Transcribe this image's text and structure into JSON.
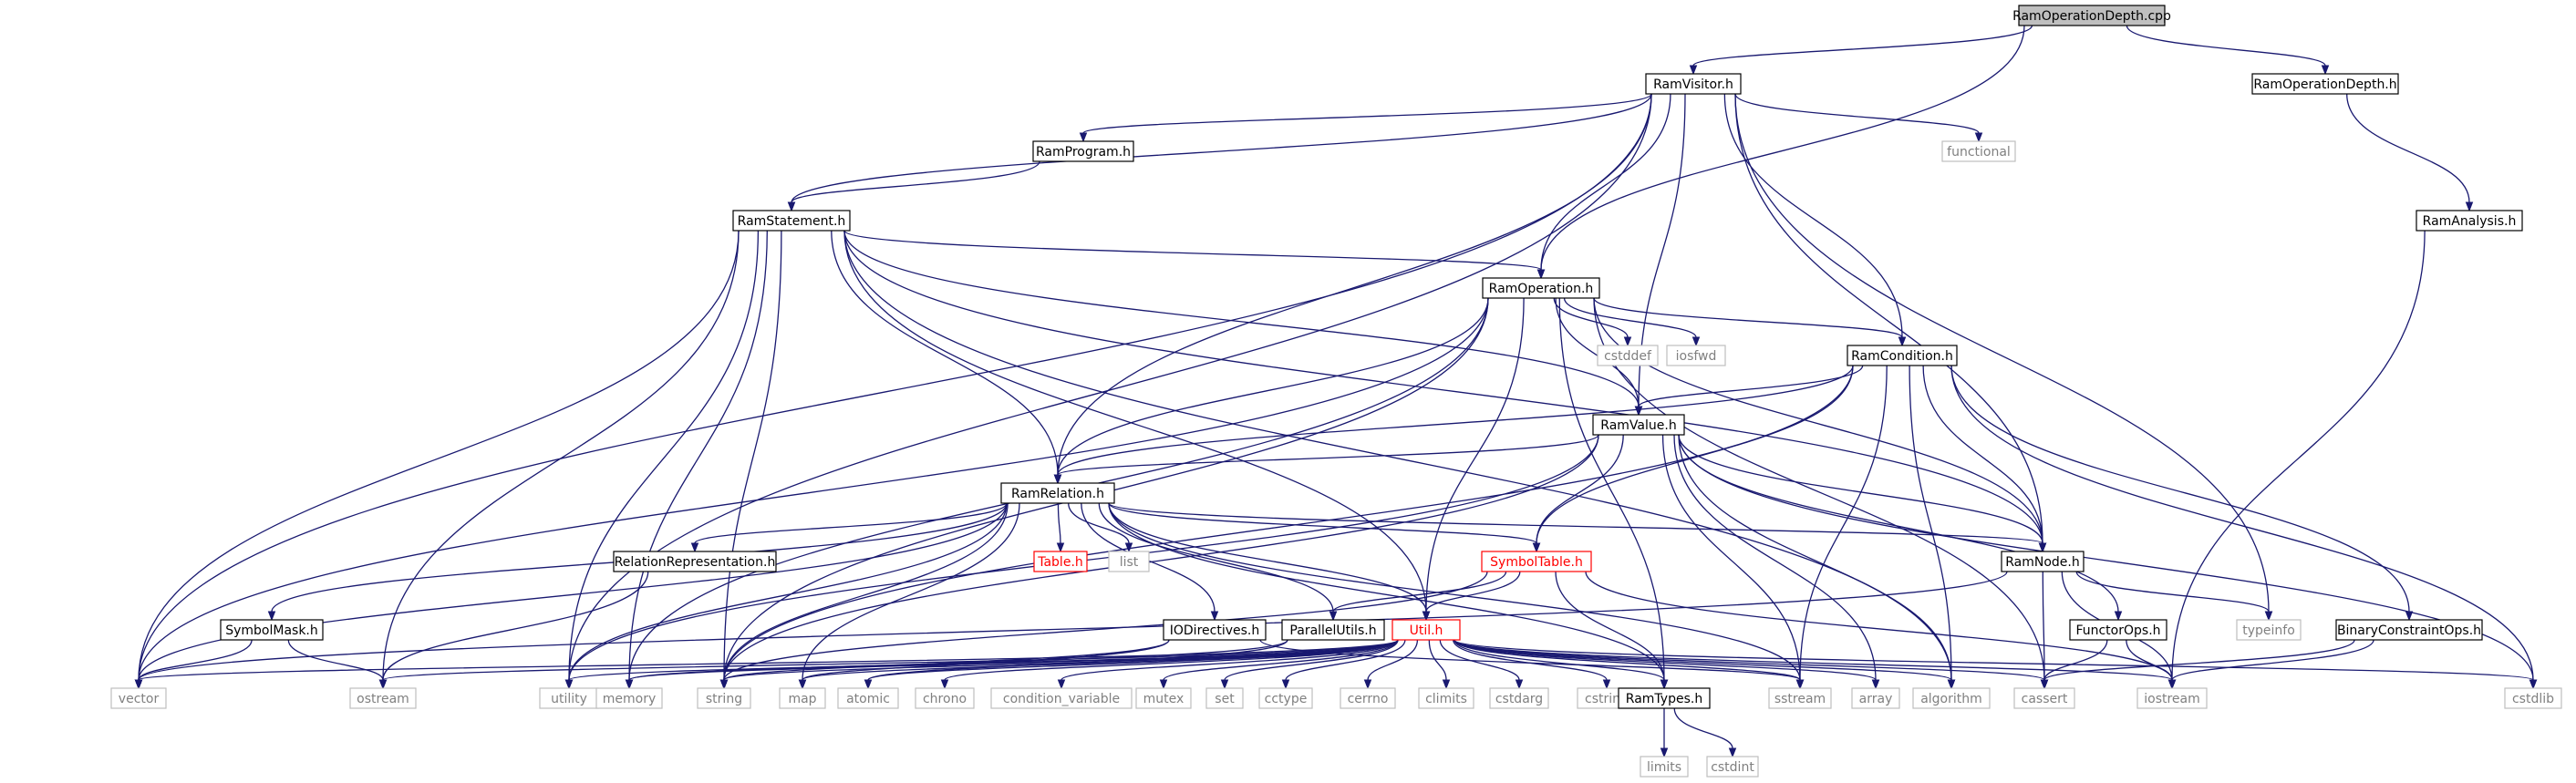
{
  "nodes": [
    {
      "id": "root",
      "label": "RamOperationDepth.cpp",
      "kind": "root"
    },
    {
      "id": "visitor",
      "label": "RamVisitor.h",
      "kind": "doc"
    },
    {
      "id": "opdepthh",
      "label": "RamOperationDepth.h",
      "kind": "doc"
    },
    {
      "id": "program",
      "label": "RamProgram.h",
      "kind": "doc"
    },
    {
      "id": "functional",
      "label": "functional",
      "kind": "sys"
    },
    {
      "id": "analysis",
      "label": "RamAnalysis.h",
      "kind": "doc"
    },
    {
      "id": "statement",
      "label": "RamStatement.h",
      "kind": "doc"
    },
    {
      "id": "operation",
      "label": "RamOperation.h",
      "kind": "doc"
    },
    {
      "id": "cstddef",
      "label": "cstddef",
      "kind": "sys"
    },
    {
      "id": "iosfwd",
      "label": "iosfwd",
      "kind": "sys"
    },
    {
      "id": "condition",
      "label": "RamCondition.h",
      "kind": "doc"
    },
    {
      "id": "value",
      "label": "RamValue.h",
      "kind": "doc"
    },
    {
      "id": "relation",
      "label": "RamRelation.h",
      "kind": "doc"
    },
    {
      "id": "table",
      "label": "Table.h",
      "kind": "trunc"
    },
    {
      "id": "list",
      "label": "list",
      "kind": "sys"
    },
    {
      "id": "symboltable",
      "label": "SymbolTable.h",
      "kind": "trunc"
    },
    {
      "id": "ramnode",
      "label": "RamNode.h",
      "kind": "doc"
    },
    {
      "id": "relrep",
      "label": "RelationRepresentation.h",
      "kind": "doc"
    },
    {
      "id": "symbolmask",
      "label": "SymbolMask.h",
      "kind": "doc"
    },
    {
      "id": "iodirectives",
      "label": "IODirectives.h",
      "kind": "doc"
    },
    {
      "id": "parallelutils",
      "label": "ParallelUtils.h",
      "kind": "doc"
    },
    {
      "id": "util",
      "label": "Util.h",
      "kind": "trunc"
    },
    {
      "id": "functorops",
      "label": "FunctorOps.h",
      "kind": "doc"
    },
    {
      "id": "typeinfo",
      "label": "typeinfo",
      "kind": "sys"
    },
    {
      "id": "binconstr",
      "label": "BinaryConstraintOps.h",
      "kind": "doc"
    },
    {
      "id": "vector",
      "label": "vector",
      "kind": "sys"
    },
    {
      "id": "ostream",
      "label": "ostream",
      "kind": "sys"
    },
    {
      "id": "utility",
      "label": "utility",
      "kind": "sys"
    },
    {
      "id": "memory",
      "label": "memory",
      "kind": "sys"
    },
    {
      "id": "string",
      "label": "string",
      "kind": "sys"
    },
    {
      "id": "map",
      "label": "map",
      "kind": "sys"
    },
    {
      "id": "atomic",
      "label": "atomic",
      "kind": "sys"
    },
    {
      "id": "chrono",
      "label": "chrono",
      "kind": "sys"
    },
    {
      "id": "condvar",
      "label": "condition_variable",
      "kind": "sys"
    },
    {
      "id": "mutex",
      "label": "mutex",
      "kind": "sys"
    },
    {
      "id": "set",
      "label": "set",
      "kind": "sys"
    },
    {
      "id": "cctype",
      "label": "cctype",
      "kind": "sys"
    },
    {
      "id": "cerrno",
      "label": "cerrno",
      "kind": "sys"
    },
    {
      "id": "climits",
      "label": "climits",
      "kind": "sys"
    },
    {
      "id": "cstdarg",
      "label": "cstdarg",
      "kind": "sys"
    },
    {
      "id": "cstring",
      "label": "cstring",
      "kind": "sys"
    },
    {
      "id": "ramtypes",
      "label": "RamTypes.h",
      "kind": "doc"
    },
    {
      "id": "sstream",
      "label": "sstream",
      "kind": "sys"
    },
    {
      "id": "array",
      "label": "array",
      "kind": "sys"
    },
    {
      "id": "algorithm",
      "label": "algorithm",
      "kind": "sys"
    },
    {
      "id": "cassert",
      "label": "cassert",
      "kind": "sys"
    },
    {
      "id": "iostream",
      "label": "iostream",
      "kind": "sys"
    },
    {
      "id": "cstdlib",
      "label": "cstdlib",
      "kind": "sys"
    },
    {
      "id": "limits",
      "label": "limits",
      "kind": "sys"
    },
    {
      "id": "cstdint",
      "label": "cstdint",
      "kind": "sys"
    }
  ],
  "edges": [
    [
      "root",
      "visitor"
    ],
    [
      "root",
      "opdepthh"
    ],
    [
      "root",
      "operation"
    ],
    [
      "opdepthh",
      "analysis"
    ],
    [
      "analysis",
      "iostream"
    ],
    [
      "visitor",
      "program"
    ],
    [
      "visitor",
      "statement"
    ],
    [
      "visitor",
      "functional"
    ],
    [
      "visitor",
      "operation"
    ],
    [
      "visitor",
      "condition"
    ],
    [
      "visitor",
      "value"
    ],
    [
      "visitor",
      "relation"
    ],
    [
      "visitor",
      "ramnode"
    ],
    [
      "visitor",
      "typeinfo"
    ],
    [
      "visitor",
      "vector"
    ],
    [
      "visitor",
      "utility"
    ],
    [
      "program",
      "statement"
    ],
    [
      "statement",
      "operation"
    ],
    [
      "statement",
      "relation"
    ],
    [
      "statement",
      "value"
    ],
    [
      "statement",
      "ramnode"
    ],
    [
      "statement",
      "util"
    ],
    [
      "statement",
      "vector"
    ],
    [
      "statement",
      "ostream"
    ],
    [
      "statement",
      "utility"
    ],
    [
      "statement",
      "memory"
    ],
    [
      "statement",
      "string"
    ],
    [
      "statement",
      "algorithm"
    ],
    [
      "operation",
      "cstddef"
    ],
    [
      "operation",
      "iosfwd"
    ],
    [
      "operation",
      "condition"
    ],
    [
      "operation",
      "value"
    ],
    [
      "operation",
      "relation"
    ],
    [
      "operation",
      "ramnode"
    ],
    [
      "operation",
      "util"
    ],
    [
      "operation",
      "ramtypes"
    ],
    [
      "operation",
      "vector"
    ],
    [
      "operation",
      "memory"
    ],
    [
      "operation",
      "string"
    ],
    [
      "operation",
      "cassert"
    ],
    [
      "condition",
      "value"
    ],
    [
      "condition",
      "relation"
    ],
    [
      "condition",
      "ramnode"
    ],
    [
      "condition",
      "symboltable"
    ],
    [
      "condition",
      "binconstr"
    ],
    [
      "condition",
      "sstream"
    ],
    [
      "condition",
      "algorithm"
    ],
    [
      "condition",
      "cstdlib"
    ],
    [
      "condition",
      "string"
    ],
    [
      "value",
      "relation"
    ],
    [
      "value",
      "ramnode"
    ],
    [
      "value",
      "symboltable"
    ],
    [
      "value",
      "functorops"
    ],
    [
      "value",
      "sstream"
    ],
    [
      "value",
      "array"
    ],
    [
      "value",
      "algorithm"
    ],
    [
      "value",
      "cstdlib"
    ],
    [
      "value",
      "utility"
    ],
    [
      "value",
      "string"
    ],
    [
      "relation",
      "table"
    ],
    [
      "relation",
      "list"
    ],
    [
      "relation",
      "symboltable"
    ],
    [
      "relation",
      "ramnode"
    ],
    [
      "relation",
      "relrep"
    ],
    [
      "relation",
      "symbolmask"
    ],
    [
      "relation",
      "iodirectives"
    ],
    [
      "relation",
      "parallelutils"
    ],
    [
      "relation",
      "util"
    ],
    [
      "relation",
      "ramtypes"
    ],
    [
      "relation",
      "vector"
    ],
    [
      "relation",
      "utility"
    ],
    [
      "relation",
      "string"
    ],
    [
      "relation",
      "map"
    ],
    [
      "relation",
      "sstream"
    ],
    [
      "symboltable",
      "util"
    ],
    [
      "symboltable",
      "parallelutils"
    ],
    [
      "symboltable",
      "ramtypes"
    ],
    [
      "symboltable",
      "iostream"
    ],
    [
      "symboltable",
      "string"
    ],
    [
      "ramnode",
      "typeinfo"
    ],
    [
      "ramnode",
      "cassert"
    ],
    [
      "ramnode",
      "iostream"
    ],
    [
      "ramnode",
      "vector"
    ],
    [
      "relrep",
      "ostream"
    ],
    [
      "symbolmask",
      "vector"
    ],
    [
      "symbolmask",
      "ostream"
    ],
    [
      "iodirectives",
      "map"
    ],
    [
      "iodirectives",
      "string"
    ],
    [
      "iodirectives",
      "sstream"
    ],
    [
      "parallelutils",
      "atomic"
    ],
    [
      "parallelutils",
      "memory"
    ],
    [
      "util",
      "vector"
    ],
    [
      "util",
      "ostream"
    ],
    [
      "util",
      "utility"
    ],
    [
      "util",
      "memory"
    ],
    [
      "util",
      "string"
    ],
    [
      "util",
      "map"
    ],
    [
      "util",
      "atomic"
    ],
    [
      "util",
      "chrono"
    ],
    [
      "util",
      "condvar"
    ],
    [
      "util",
      "mutex"
    ],
    [
      "util",
      "set"
    ],
    [
      "util",
      "cctype"
    ],
    [
      "util",
      "cerrno"
    ],
    [
      "util",
      "climits"
    ],
    [
      "util",
      "cstdarg"
    ],
    [
      "util",
      "cstring"
    ],
    [
      "util",
      "ramtypes"
    ],
    [
      "util",
      "sstream"
    ],
    [
      "util",
      "array"
    ],
    [
      "util",
      "algorithm"
    ],
    [
      "util",
      "cassert"
    ],
    [
      "util",
      "iostream"
    ],
    [
      "util",
      "cstdlib"
    ],
    [
      "functorops",
      "cassert"
    ],
    [
      "functorops",
      "iostream"
    ],
    [
      "binconstr",
      "cassert"
    ],
    [
      "binconstr",
      "iostream"
    ],
    [
      "ramtypes",
      "limits"
    ],
    [
      "ramtypes",
      "cstdint"
    ]
  ],
  "colors": {
    "edge": "#191970",
    "doc_border": "#000000",
    "sys_border": "#bfbfbf",
    "sys_text": "#808080",
    "trunc_border": "#ff0000",
    "root_fill": "#bfbfbf",
    "trunc_text": "#ff0000"
  }
}
